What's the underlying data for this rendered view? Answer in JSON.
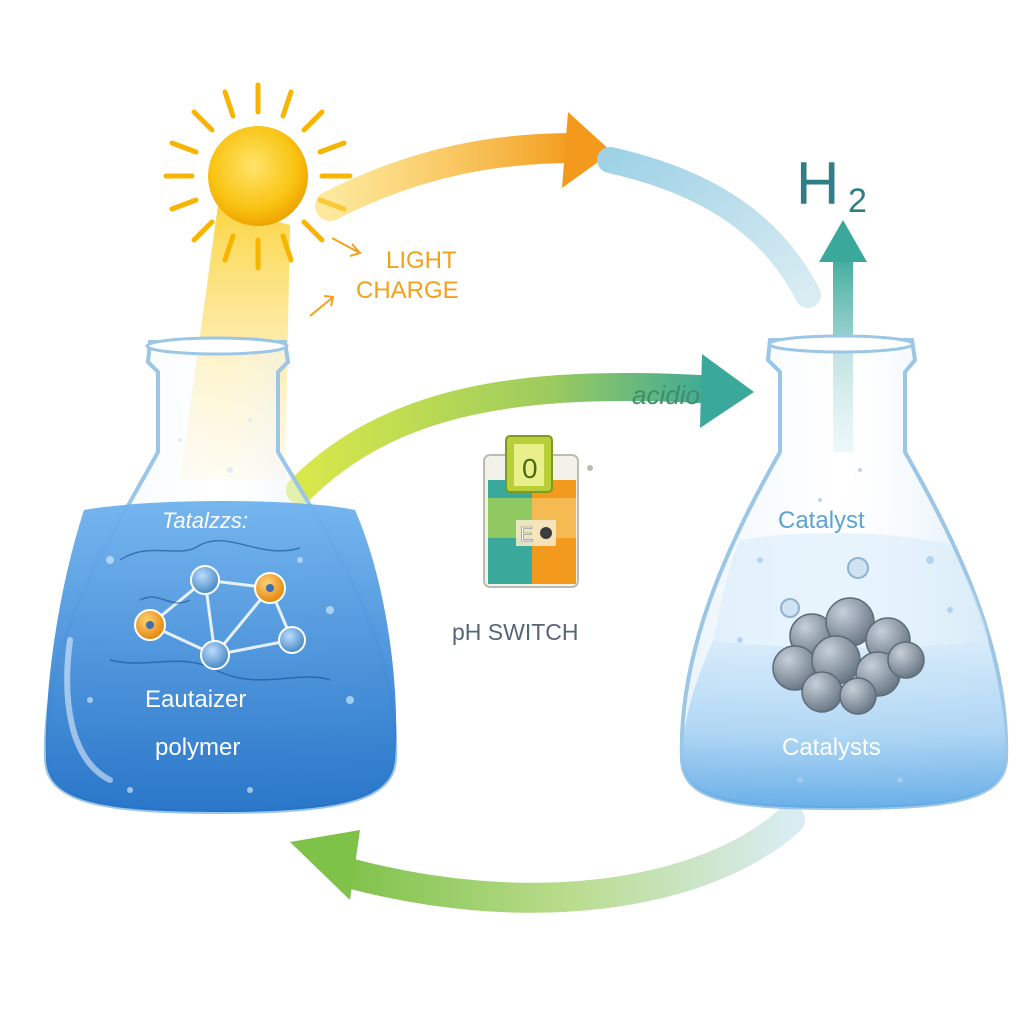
{
  "labels": {
    "light_charge_line1": "LIGHT",
    "light_charge_line2": "CHARGE",
    "hydrogen": "H",
    "hydrogen_subscript": "2",
    "acidic": "acidio",
    "ph_switch": "pH SWITCH",
    "ph_meter_reading": "0",
    "ph_meter_icon_text": "E",
    "left_flask_top_text": "Tatalzzs:",
    "left_flask_mid_text": "Eautaizer",
    "left_flask_bottom_text": "polymer",
    "right_flask_top_text": "Catalyst",
    "right_flask_bottom_text": "Catalysts"
  },
  "colors": {
    "sun": "#f9c413",
    "sun_rays": "#f7b500",
    "orange_arrow": "#f39a1c",
    "light_blue_arrow": "#a9d6e6",
    "green_arrow": "#8cc63f",
    "teal_arrow": "#3aa89a",
    "h2_text": "#2f7f86",
    "label_orange": "#f3a11b",
    "flask_water_left": "#2f86d6",
    "flask_water_right": "#7fbff0",
    "catalyst_gray": "#8795a3"
  }
}
